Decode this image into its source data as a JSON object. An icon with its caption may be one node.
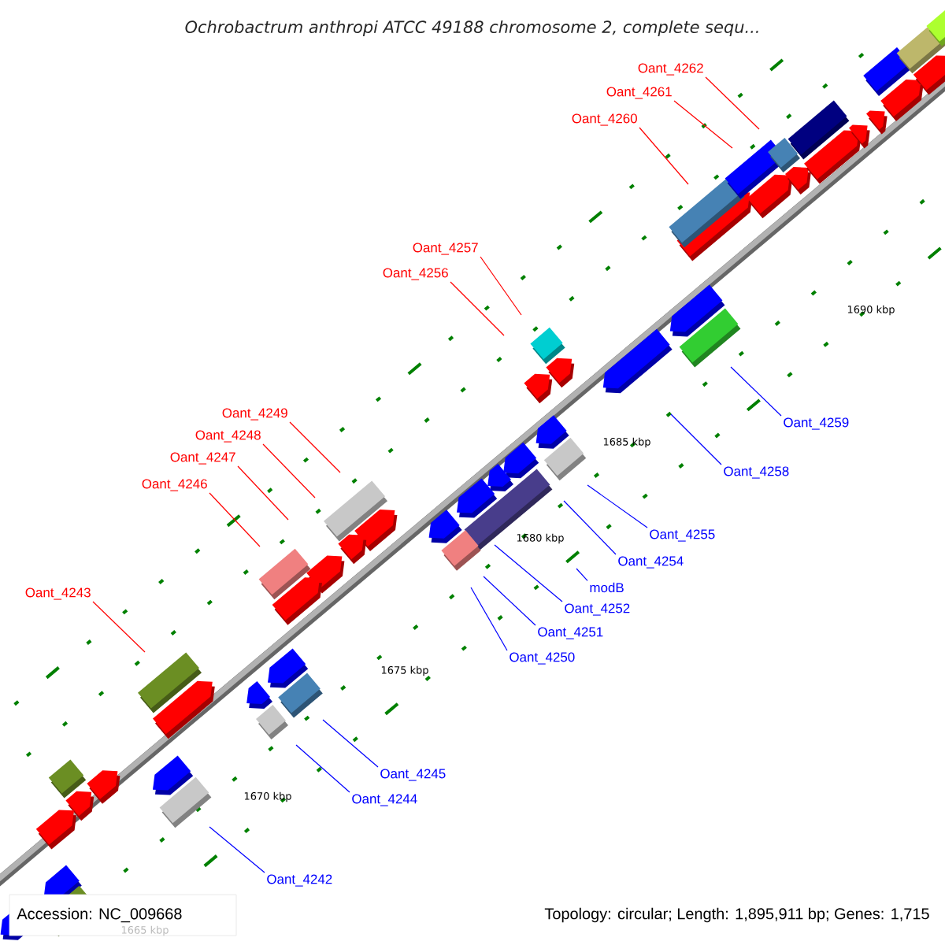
{
  "diagram": {
    "title": "Ochrobactrum anthropi ATCC 49188 chromosome 2, complete sequ...",
    "nodes": [
      {
        "text": [
          "Oant_4262"
        ]
      },
      {
        "text": [
          "Oant_4261"
        ]
      },
      {
        "text": [
          "Oant_4260"
        ]
      },
      {
        "text": [
          "Oant_4257"
        ]
      },
      {
        "text": [
          "Oant_4256"
        ]
      },
      {
        "text": [
          "Oant_4249"
        ]
      },
      {
        "text": [
          "Oant_4248"
        ]
      },
      {
        "text": [
          "Oant_4247"
        ]
      },
      {
        "text": [
          "Oant_4246"
        ]
      },
      {
        "text": [
          "Oant_4243"
        ]
      },
      {
        "text": [
          "Oant_4259"
        ]
      },
      {
        "text": [
          "Oant_4258"
        ]
      },
      {
        "text": [
          "Oant_4255"
        ]
      },
      {
        "text": [
          "Oant_4254"
        ]
      },
      {
        "text": [
          "modB"
        ]
      },
      {
        "text": [
          "Oant_4252"
        ]
      },
      {
        "text": [
          "Oant_4251"
        ]
      },
      {
        "text": [
          "Oant_4250"
        ]
      },
      {
        "text": [
          "Oant_4245"
        ]
      },
      {
        "text": [
          "Oant_4244"
        ]
      },
      {
        "text": [
          "Oant_4242"
        ]
      }
    ],
    "edges": [
      {
        "from": 0,
        "to": null,
        "arrow": "none",
        "color": "#ff0000"
      },
      {
        "from": 1,
        "to": null,
        "arrow": "none",
        "color": "#ff0000"
      },
      {
        "from": 2,
        "to": null,
        "arrow": "none",
        "color": "#ff0000"
      },
      {
        "from": 3,
        "to": null,
        "arrow": "none",
        "color": "#ff0000"
      },
      {
        "from": 4,
        "to": null,
        "arrow": "none",
        "color": "#ff0000"
      },
      {
        "from": 5,
        "to": null,
        "arrow": "none",
        "color": "#ff0000"
      },
      {
        "from": 6,
        "to": null,
        "arrow": "none",
        "color": "#ff0000"
      },
      {
        "from": 7,
        "to": null,
        "arrow": "none",
        "color": "#ff0000"
      },
      {
        "from": 8,
        "to": null,
        "arrow": "none",
        "color": "#ff0000"
      },
      {
        "from": 9,
        "to": null,
        "arrow": "none",
        "color": "#ff0000"
      },
      {
        "from": 10,
        "to": null,
        "arrow": "none"
      },
      {
        "from": 11,
        "to": null,
        "arrow": "none"
      },
      {
        "from": 12,
        "to": null,
        "arrow": "none"
      },
      {
        "from": 13,
        "to": null,
        "arrow": "none"
      },
      {
        "from": 14,
        "to": null,
        "arrow": "none"
      },
      {
        "from": 15,
        "to": null,
        "arrow": "none"
      },
      {
        "from": 16,
        "to": null,
        "arrow": "none"
      },
      {
        "from": 17,
        "to": null,
        "arrow": "none"
      },
      {
        "from": 18,
        "to": null,
        "arrow": "none"
      },
      {
        "from": 19,
        "to": null,
        "arrow": "none"
      },
      {
        "from": 20,
        "to": null,
        "arrow": "none"
      }
    ],
    "labels": [
      "1690 kbp",
      "1685 kbp",
      "1680 kbp",
      "1675 kbp",
      "1670 kbp",
      "1665 kbp",
      "Accession: NC_009668",
      "Topology: circular; Length: 1,895,911 bp; Genes: 1,715"
    ]
  }
}
